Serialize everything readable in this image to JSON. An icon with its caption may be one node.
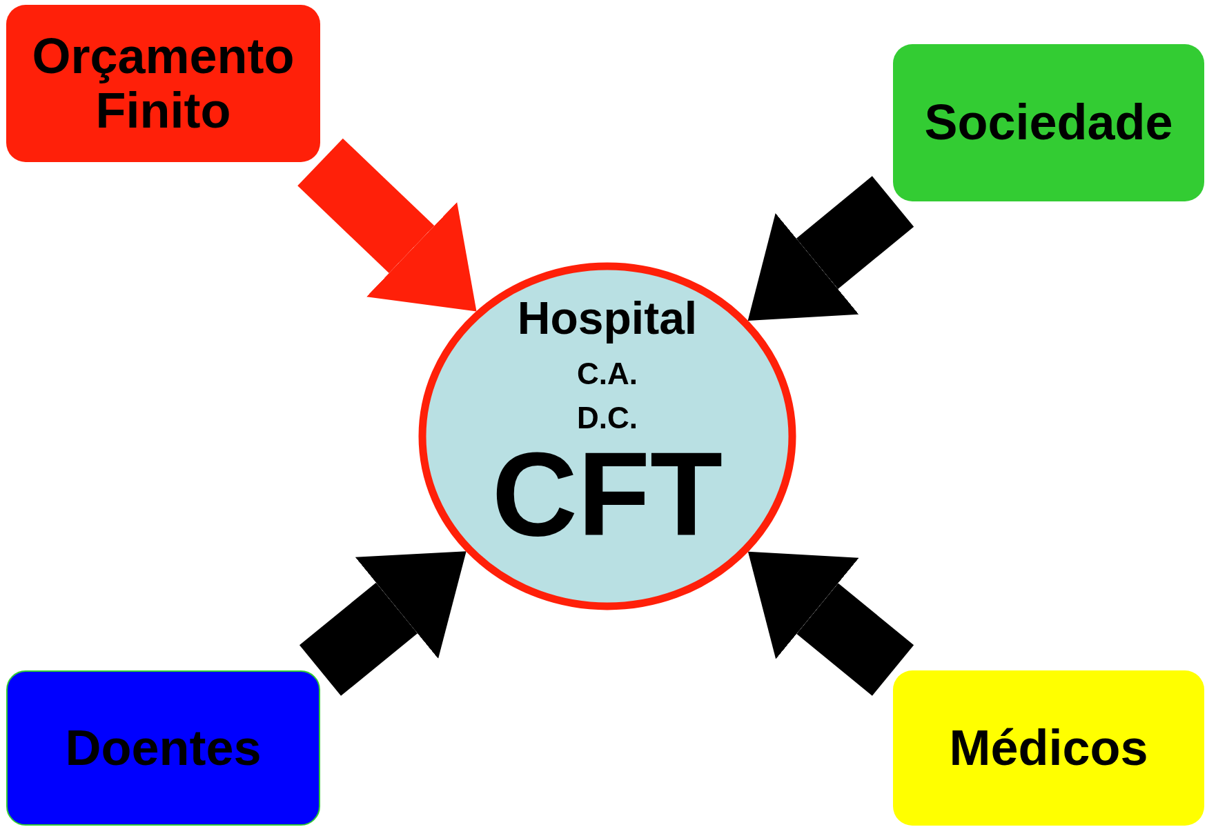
{
  "diagram": {
    "nodes": [
      {
        "text": [
          "Orçamento Finito"
        ]
      },
      {
        "text": [
          "Sociedade"
        ]
      },
      {
        "text": [
          "Hospital",
          "C.A.",
          "D.C.",
          "CFT"
        ]
      },
      {
        "text": [
          "Doentes"
        ]
      },
      {
        "text": [
          "Médicos"
        ]
      }
    ],
    "edges": [
      {
        "from": 0,
        "to": 2,
        "arrow": "to",
        "color": "#ff2009"
      },
      {
        "from": 1,
        "to": 2,
        "arrow": "to"
      },
      {
        "from": 3,
        "to": 2,
        "arrow": "to"
      },
      {
        "from": 4,
        "to": 2,
        "arrow": "to"
      }
    ]
  }
}
